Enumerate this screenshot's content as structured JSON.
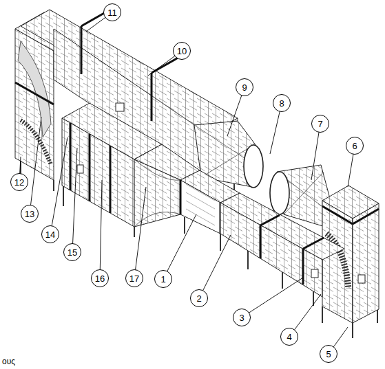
{
  "diagram": {
    "nodes": [
      {
        "text": [
          "11"
        ]
      },
      {
        "text": [
          "10"
        ]
      },
      {
        "text": [
          "9"
        ]
      },
      {
        "text": [
          "8"
        ]
      },
      {
        "text": [
          "7"
        ]
      },
      {
        "text": [
          "6"
        ]
      },
      {
        "text": [
          "12"
        ]
      },
      {
        "text": [
          "13"
        ]
      },
      {
        "text": [
          "14"
        ]
      },
      {
        "text": [
          "15"
        ]
      },
      {
        "text": [
          "16"
        ]
      },
      {
        "text": [
          "17"
        ]
      },
      {
        "text": [
          "1"
        ]
      },
      {
        "text": [
          "2"
        ]
      },
      {
        "text": [
          "3"
        ]
      },
      {
        "text": [
          "4"
        ]
      },
      {
        "text": [
          "5"
        ]
      }
    ],
    "labels": [
      "ους"
    ]
  }
}
